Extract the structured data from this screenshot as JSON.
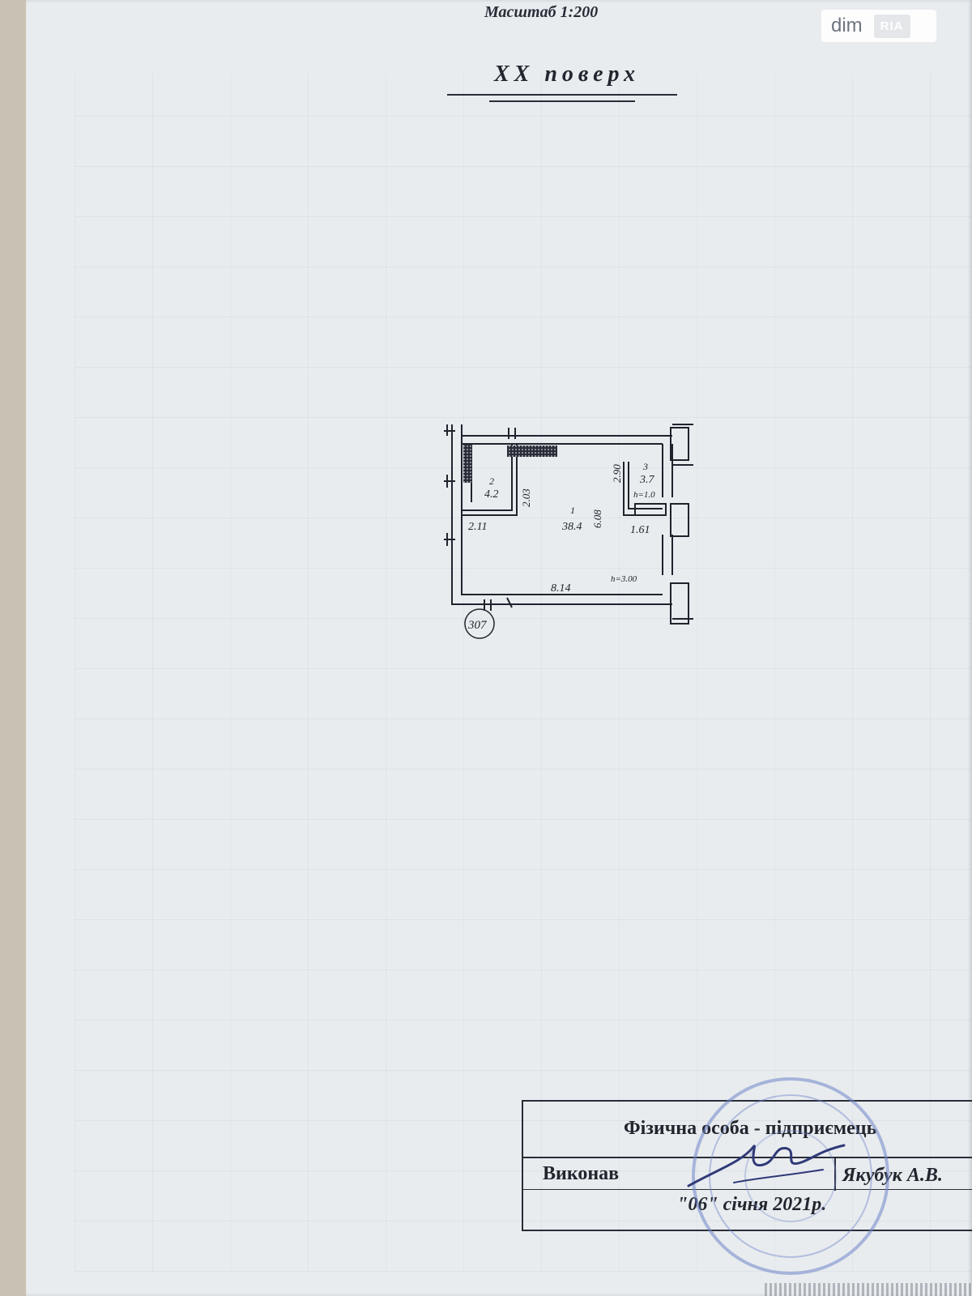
{
  "header": {
    "scale": "Масштаб 1:200",
    "floor": "XX поверх"
  },
  "watermark": {
    "dim": "dim",
    "ria": "RIA"
  },
  "plan": {
    "unit_number": "307",
    "rooms": [
      {
        "number": "1",
        "area": "38.4"
      },
      {
        "number": "2",
        "area": "4.2"
      },
      {
        "number": "3",
        "area": "3.7"
      }
    ],
    "dimensions": {
      "total_width": "8.14",
      "height_right": "6.08",
      "room2_height": "2.03",
      "room2_width": "2.11",
      "room3_height": "2.90",
      "room3_width": "1.61",
      "ceiling_main": "h=3.00",
      "ceiling_small": "h=1.0"
    }
  },
  "stamp": {
    "title": "Фізична особа - підприємець",
    "executor_label": "Виконав",
    "executor_name": "Якубук А.В.",
    "date": "\"06\" січня 2021р."
  },
  "colors": {
    "paper": "#e9ecef",
    "ink": "#22252e",
    "seal": "#6f86c9"
  }
}
